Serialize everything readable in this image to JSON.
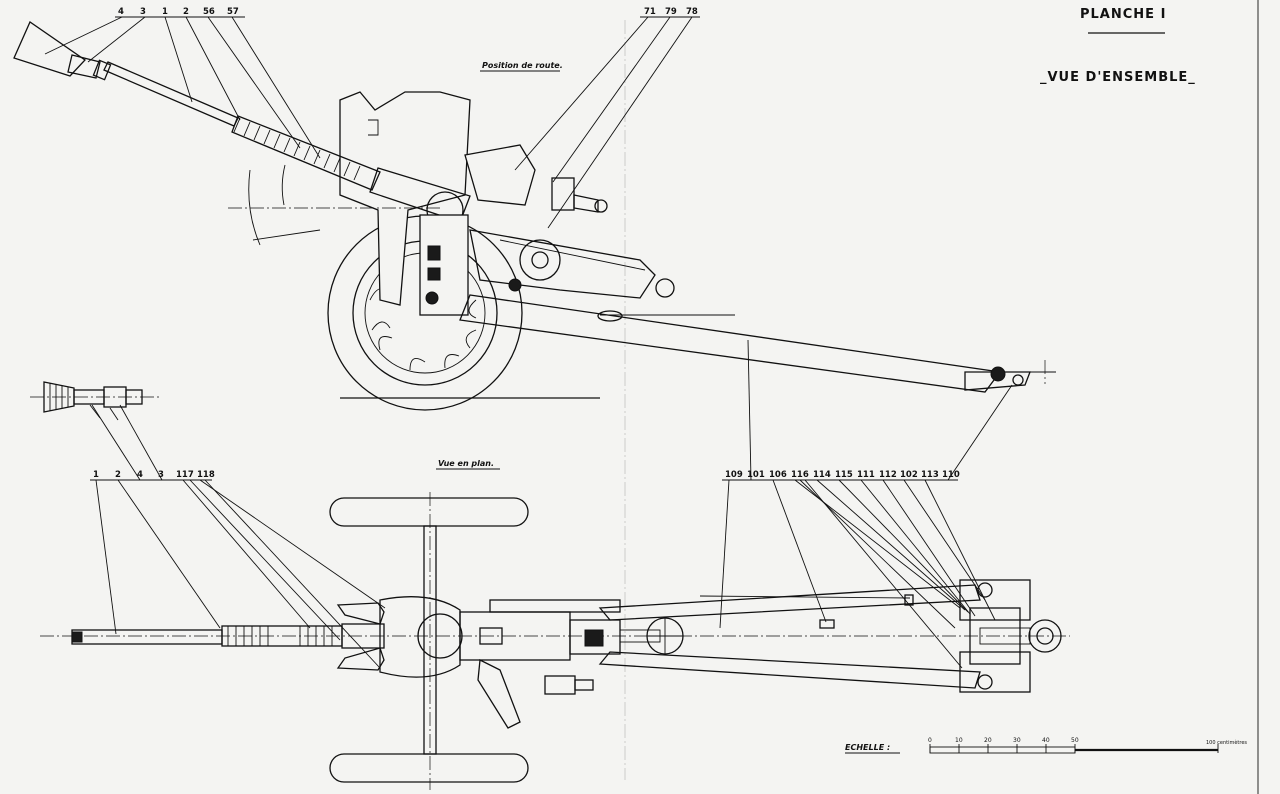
{
  "header": {
    "plate": "PLANCHE I",
    "subtitle": "_VUE D'ENSEMBLE_"
  },
  "views": {
    "side": {
      "caption": "Position de route.",
      "callouts_left": [
        "4",
        "3",
        "1",
        "2",
        "56",
        "57"
      ],
      "callouts_right": [
        "71",
        "79",
        "78"
      ]
    },
    "plan": {
      "caption": "Vue en plan.",
      "callouts_left": [
        "1",
        "2",
        "4",
        "3",
        "117",
        "118"
      ],
      "callouts_right": [
        "109",
        "101",
        "106",
        "116",
        "114",
        "115",
        "111",
        "112",
        "102",
        "113",
        "110"
      ]
    }
  },
  "scale": {
    "label": "ECHELLE :",
    "ticks": [
      "0",
      "10",
      "20",
      "30",
      "40",
      "50"
    ],
    "end_label": "100 centimètres"
  }
}
